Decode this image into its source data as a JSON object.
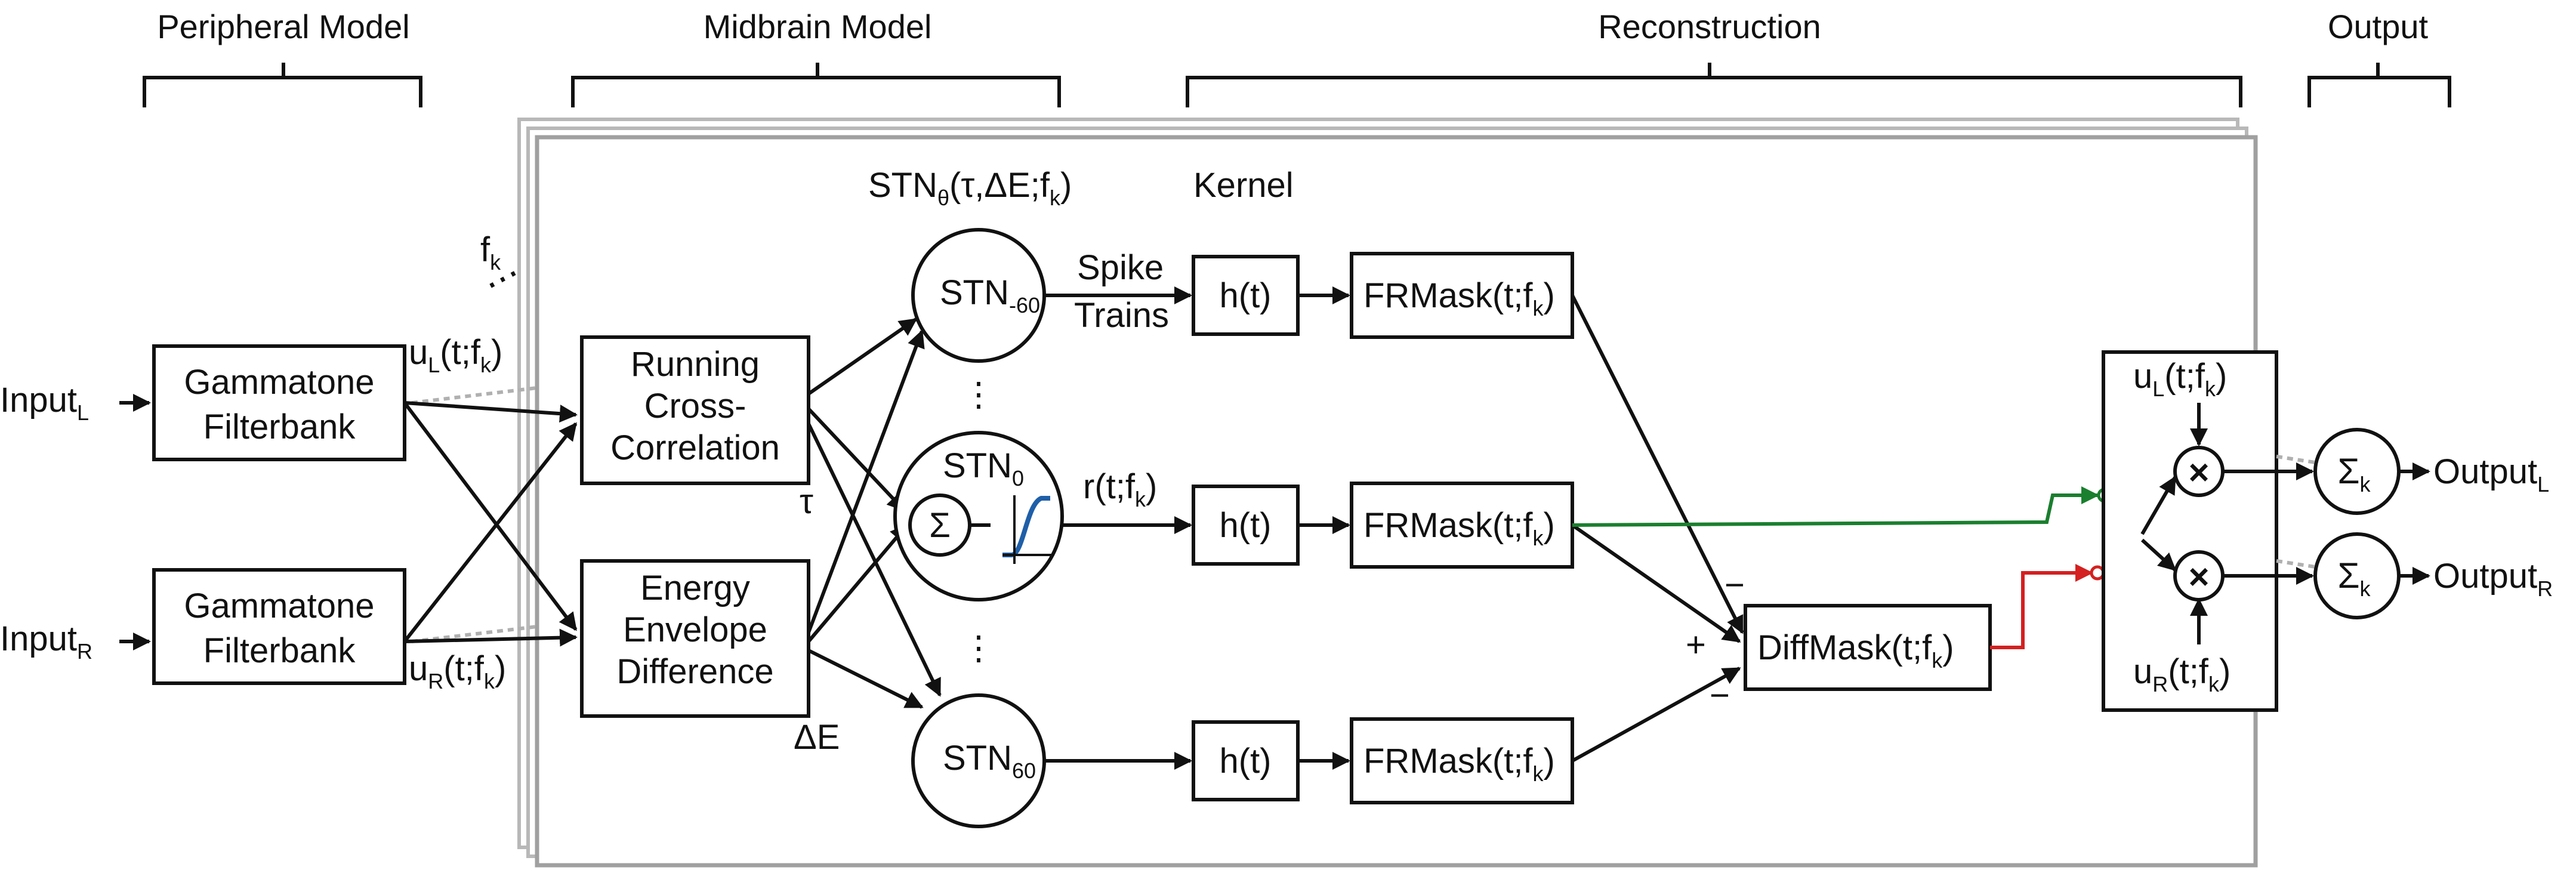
{
  "sections": {
    "peripheral": "Peripheral Model",
    "midbrain": "Midbrain Model",
    "reconstruction": "Reconstruction",
    "output": "Output"
  },
  "inputs": {
    "left": {
      "base": "Input",
      "sub": "L"
    },
    "right": {
      "base": "Input",
      "sub": "R"
    }
  },
  "filterbank": {
    "line1": "Gammatone",
    "line2": "Filterbank"
  },
  "signals": {
    "uL": {
      "base": "u",
      "sub1": "L",
      "rest1": "(t;f",
      "sub2": "k",
      "rest2": ")"
    },
    "uR": {
      "base": "u",
      "sub1": "R",
      "rest1": "(t;f",
      "sub2": "k",
      "rest2": ")"
    },
    "fk": {
      "base": "f",
      "sub": "k"
    }
  },
  "midbrain": {
    "xcorr": {
      "line1": "Running",
      "line2": "Cross-",
      "line3": "Correlation"
    },
    "energy": {
      "line1": "Energy",
      "line2": "Envelope",
      "line3": "Difference"
    },
    "tau": "τ",
    "delta_e": "ΔE"
  },
  "stn": {
    "header": {
      "base": "STN",
      "sub": "θ",
      "rest1": "(τ,ΔE;f",
      "sub2": "k",
      "rest2": ")"
    },
    "top": {
      "base": "STN",
      "sub": "-60"
    },
    "mid": {
      "base": "STN",
      "sub": "0"
    },
    "bottom": {
      "base": "STN",
      "sub": "60"
    },
    "sum_symbol": "Σ",
    "dots": "⋮"
  },
  "recon": {
    "spike_line1": "Spike",
    "spike_line2": "Trains",
    "kernel_label": "Kernel",
    "rate": {
      "base": "r(t;f",
      "sub": "k",
      "rest": ")"
    },
    "kernel": "h(t)",
    "frmask": {
      "base": "FRMask(t;f",
      "sub": "k",
      "rest": ")"
    },
    "diffmask": {
      "base": "DiffMask(t;f",
      "sub": "k",
      "rest": ")"
    },
    "minus": "−",
    "plus": "+"
  },
  "output": {
    "times": "×",
    "sum": {
      "base": "Σ",
      "sub": "k"
    },
    "left": {
      "base": "Output",
      "sub": "L"
    },
    "right": {
      "base": "Output",
      "sub": "R"
    }
  },
  "colors": {
    "green": "#1a7f2e",
    "red": "#d42020",
    "frame": "#b0b0b0",
    "sigmoid": "#1f5fa8"
  }
}
